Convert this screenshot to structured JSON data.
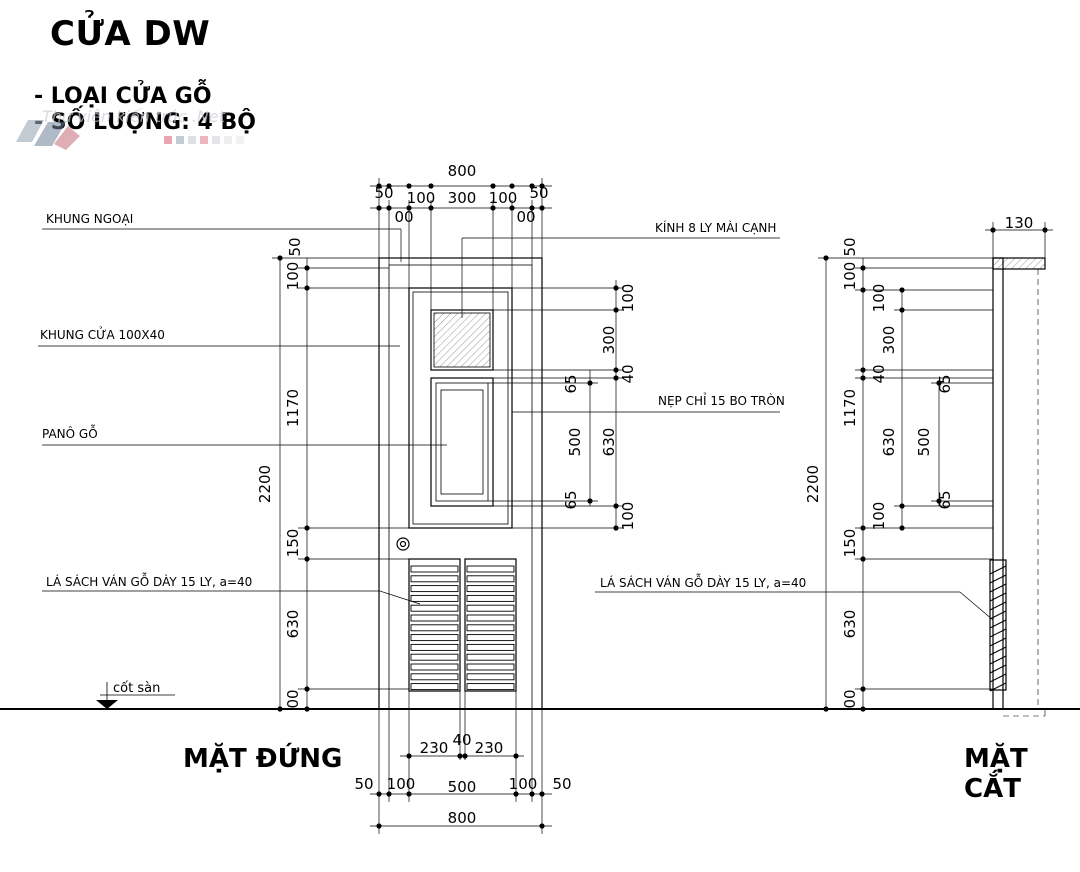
{
  "title": "CỬA DW",
  "specs": {
    "type": "- LOẠI CỬA GỖ",
    "quantity": "- SỐ LƯỢNG: 4 BỘ"
  },
  "watermark": "Thư viện kiến trúc .Net",
  "views": {
    "elevation": "MẶT ĐỨNG",
    "section": "MẶT CẮT"
  },
  "labels": {
    "outer_frame": "KHUNG NGOẠI",
    "door_frame": "KHUNG CỬA 100X40",
    "wood_panel": "PANÔ GỖ",
    "louver_left": "LÁ SÁCH VÁN GỖ DÀY 15 LY, a=40",
    "louver_right": "LÁ SÁCH VÁN GỖ DÀY 15 LY, a=40",
    "glass": "KÍNH 8 LY MÀI CẠNH",
    "molding": "NẸP CHỈ 15 BO TRÒN",
    "floor": "cốt sàn"
  },
  "dims": {
    "top_total": "800",
    "top_50_l": "50",
    "top_100_l": "100",
    "top_300": "300",
    "top_100_r": "100",
    "top_50_r": "50",
    "top_00_l": "00",
    "top_00_r": "00",
    "left_2200": "2200",
    "left_50": "50",
    "left_100": "100",
    "left_1170": "1170",
    "left_150": "150",
    "left_630": "630",
    "left_00": "00",
    "r_100a": "100",
    "r_300": "300",
    "r_40": "40",
    "r_65a": "65",
    "r_500": "500",
    "r_630": "630",
    "r_65b": "65",
    "r_100b": "100",
    "bot_230_l": "230",
    "bot_40": "40",
    "bot_230_r": "230",
    "bot_50_l": "50",
    "bot_100_l": "100",
    "bot_500": "500",
    "bot_100_r": "100",
    "bot_50_r": "50",
    "bot_total": "800",
    "sec_130": "130",
    "sec_2200": "2200",
    "sec_50": "50",
    "sec_100a": "100",
    "sec_1170": "1170",
    "sec_100b": "100",
    "sec_300": "300",
    "sec_40": "40",
    "sec_65a": "65",
    "sec_630a": "630",
    "sec_500": "500",
    "sec_65b": "65",
    "sec_100c": "100",
    "sec_150": "150",
    "sec_630b": "630",
    "sec_00": "00"
  }
}
